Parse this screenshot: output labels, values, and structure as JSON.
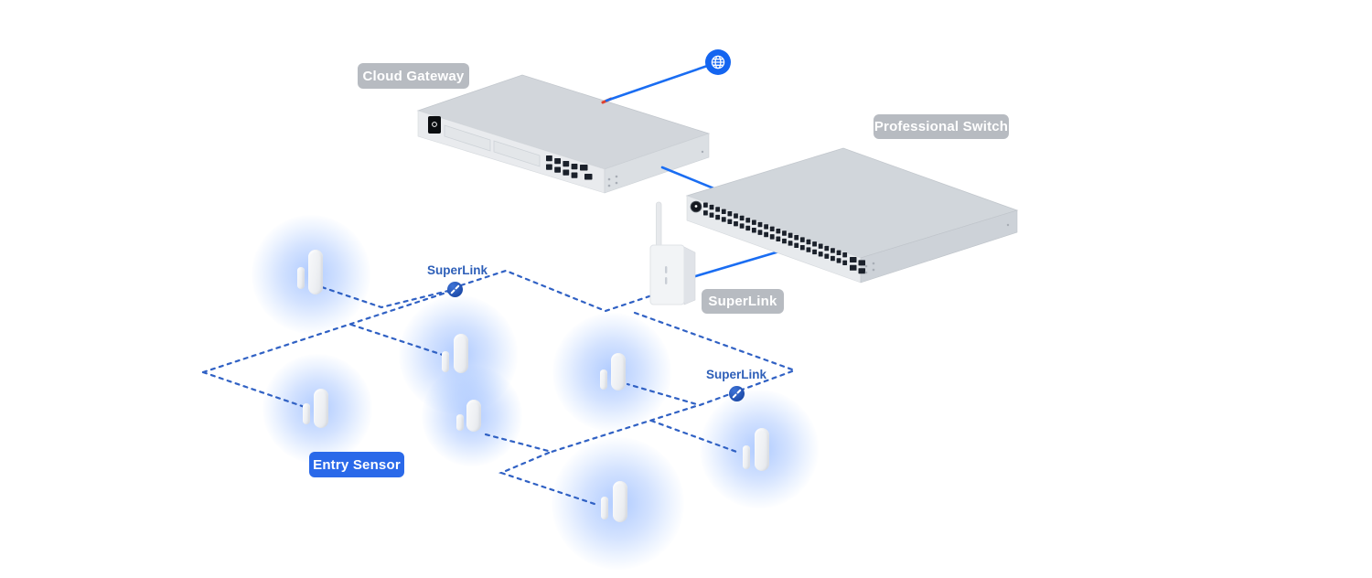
{
  "labels": {
    "cloud_gateway_badge": "Cloud Gateway",
    "professional_switch_badge": "Professional Switch",
    "superlink_hub_badge": "SuperLink",
    "superlink_link_label_1": "SuperLink",
    "superlink_link_label_2": "SuperLink",
    "entry_sensor_badge": "Entry Sensor"
  },
  "devices": {
    "cloud_gateway": {
      "name": "Cloud Gateway",
      "rj45_ports": 8,
      "sfp_ports": 2,
      "drive_bays": 2
    },
    "professional_switch": {
      "name": "Professional Switch",
      "rj45_ports": 48,
      "sfp_ports": 4
    },
    "superlink_hub": {
      "name": "SuperLink",
      "has_antenna": true
    },
    "entry_sensors": {
      "name": "Entry Sensor",
      "count": 7
    }
  },
  "icons": {
    "internet_globe": "globe-icon",
    "superlink_node": "superlink-node-icon"
  },
  "connections": {
    "solid_links": [
      "internet to cloud gateway",
      "cloud gateway to professional switch",
      "professional switch to superlink hub"
    ],
    "dotted_links": "SuperLink wireless mesh between entry sensors and hub"
  },
  "colors": {
    "accent_blue": "#1a6df2",
    "mesh_blue": "#3061c4",
    "badge_gray": "#b2b7bd",
    "badge_blue": "#2a69e9",
    "label_blue": "#2e5fb8",
    "device_top": "#d1d6db",
    "device_front": "#e8eaed",
    "port_dark": "#1b212b"
  }
}
